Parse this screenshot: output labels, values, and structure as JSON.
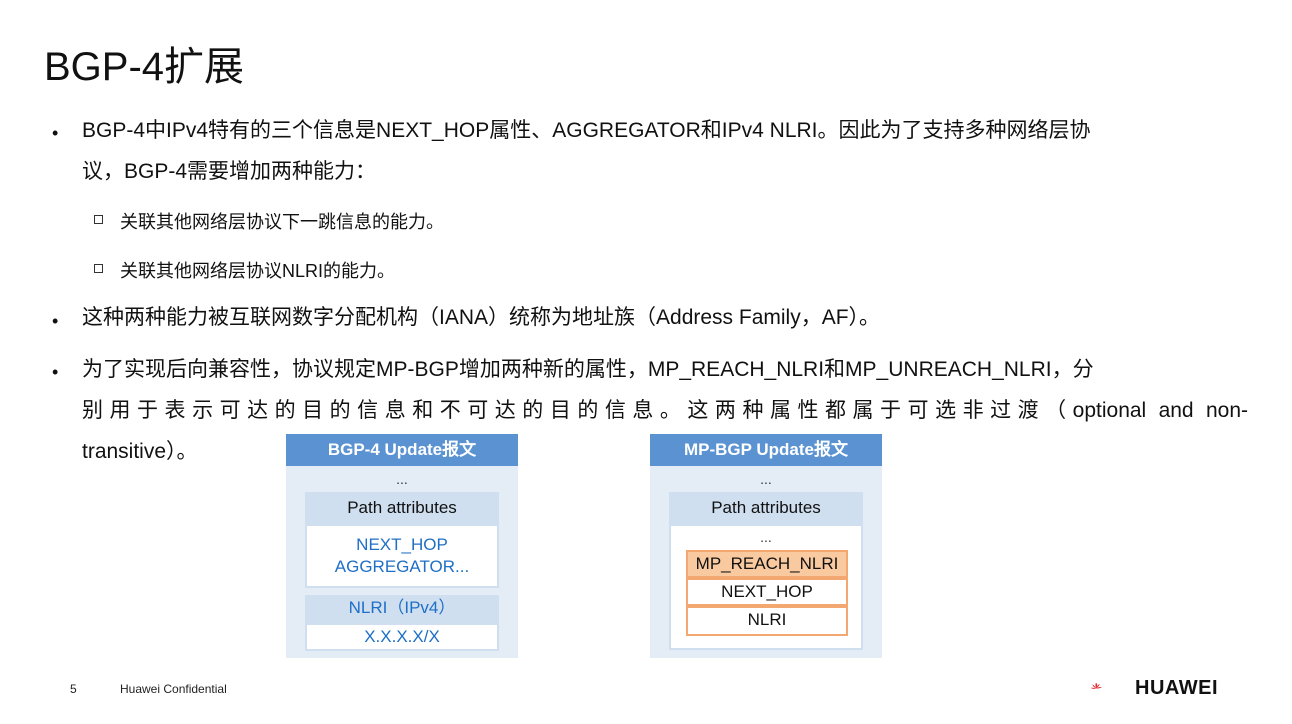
{
  "title": "BGP-4扩展",
  "bullets": {
    "b1_line1": "BGP-4中IPv4特有的三个信息是NEXT_HOP属性、AGGREGATOR和IPv4  NLRI。因此为了支持多种网络层协",
    "b1_line2": "议，BGP-4需要增加两种能力：",
    "sub1": "关联其他网络层协议下一跳信息的能力。",
    "sub2": "关联其他网络层协议NLRI的能力。",
    "b2": "这种两种能力被互联网数字分配机构（IANA）统称为地址族（Address Family，AF）。",
    "b3_line1": "为了实现后向兼容性，协议规定MP-BGP增加两种新的属性，MP_REACH_NLRI和MP_UNREACH_NLRI，分",
    "b3_line2": "别用于表示可达的目的信息和不可达的目的信息。这两种属性都属于可选非过渡（optional and non-",
    "b3_line3": "transitive）。",
    "bullet_char": "•"
  },
  "left_panel": {
    "header": "BGP-4 Update报文",
    "dots": "...",
    "path_attributes": "Path attributes",
    "attr1": "NEXT_HOP",
    "attr2": "AGGREGATOR...",
    "nlri_header": "NLRI（IPv4）",
    "nlri_value": "X.X.X.X/X"
  },
  "right_panel": {
    "header": "MP-BGP Update报文",
    "dots": "...",
    "path_attributes": "Path attributes",
    "inner_dots": "...",
    "mp_reach": "MP_REACH_NLRI",
    "next_hop": "NEXT_HOP",
    "nlri": "NLRI"
  },
  "footer": {
    "page_number": "5",
    "confidential": "Huawei Confidential",
    "logo_text": "HUAWEI"
  },
  "colors": {
    "panel_header": "#5b93d2",
    "panel_bg": "#e4ecf6",
    "blue_text": "#1e6fc6",
    "orange_head": "#f9caa0",
    "orange_border": "#f2a870",
    "logo_red": "#e3242b"
  }
}
